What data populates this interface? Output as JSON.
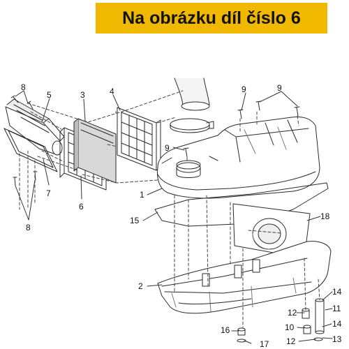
{
  "banner": {
    "text": "Na obrázku díl číslo 6",
    "color": "#f1b800"
  },
  "diagram": {
    "line_color": "#2a2a2a",
    "part_fill": "#ffffff",
    "shade_fill": "#d8d8d8",
    "callouts": {
      "c8_top": "8",
      "c5": "5",
      "c3": "3",
      "c4": "4",
      "c9_a": "9",
      "c9_b": "9",
      "c9_c": "9",
      "c7": "7",
      "c6": "6",
      "c8_bottom": "8",
      "c1": "1",
      "c15": "15",
      "c18": "18",
      "c2": "2",
      "c14_a": "14",
      "c12_a": "12",
      "c11": "11",
      "c10": "10",
      "c14_b": "14",
      "c16": "16",
      "c17": "17",
      "c12_b": "12",
      "c13": "13"
    }
  }
}
